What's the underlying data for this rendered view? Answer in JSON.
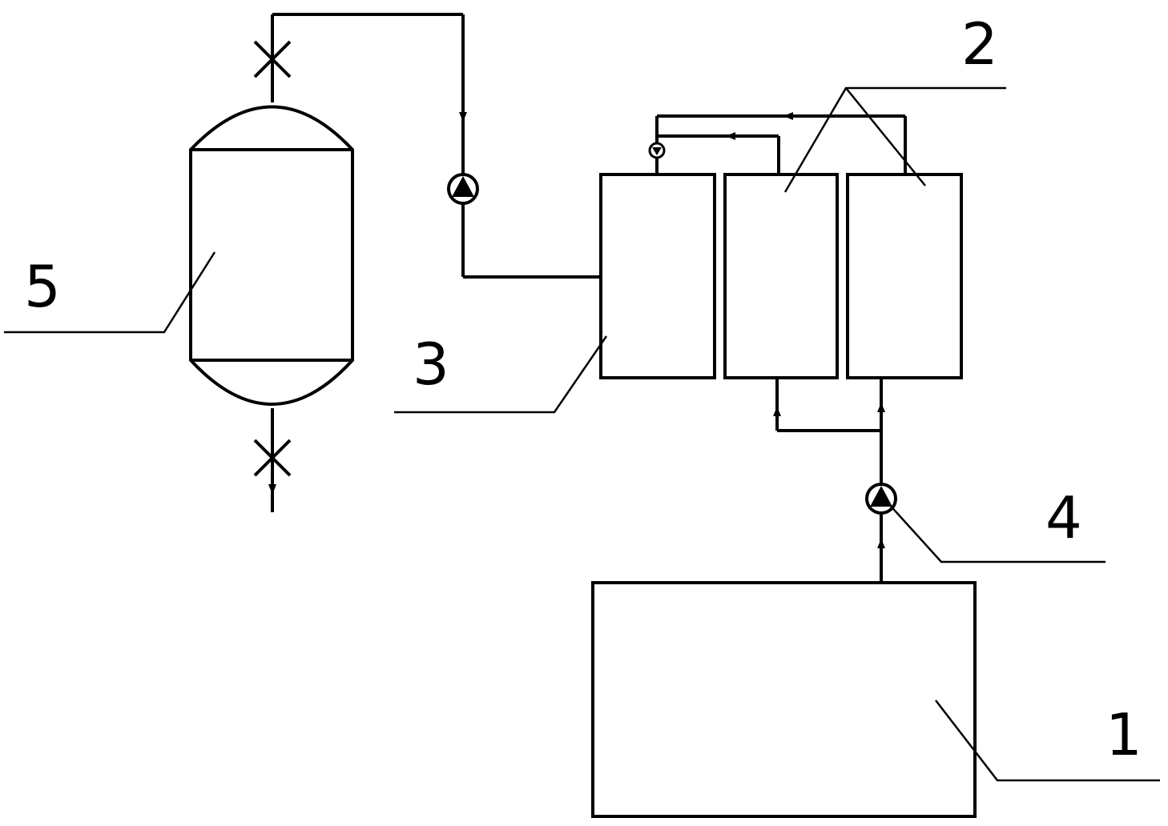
{
  "labels": {
    "tank_1": "1",
    "units_2": "2",
    "unit_3": "3",
    "pump_4": "4",
    "vessel_5": "5"
  },
  "colors": {
    "line": "#000000",
    "background": "#ffffff"
  },
  "icons": [
    "valve-icon",
    "pump-icon",
    "flow-arrow-icon"
  ]
}
